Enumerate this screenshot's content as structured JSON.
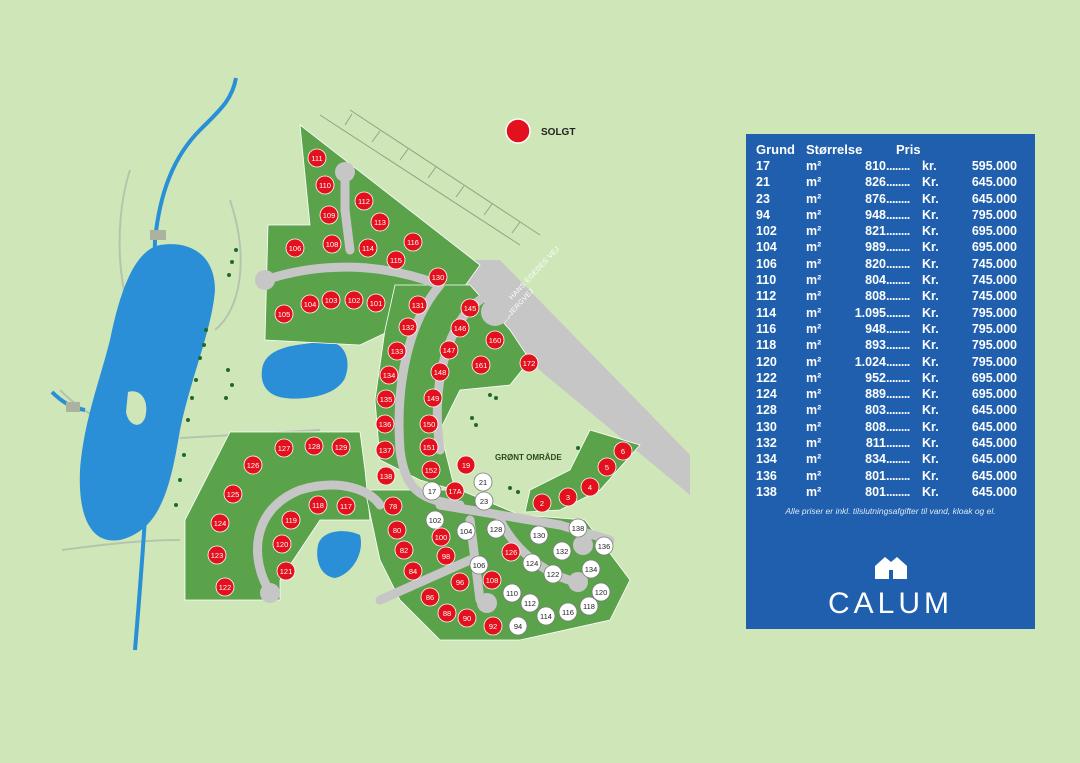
{
  "legend": {
    "label": "SOLGT",
    "color": "#e3101d"
  },
  "roads": {
    "road_1": "HANS EGEDES VEJ",
    "road_2": "TVEBJERGVEJ"
  },
  "green_area": "GRØNT OMRÅDE",
  "plots": {
    "p111": "111",
    "p110": "110",
    "p109": "109",
    "p112": "112",
    "p113": "113",
    "p106": "106",
    "p108": "108",
    "p114": "114",
    "p116": "116",
    "p115": "115",
    "p130": "130",
    "p105": "105",
    "p104": "104",
    "p103": "103",
    "p102": "102",
    "p101": "101",
    "p131": "131",
    "p132": "132",
    "p133": "133",
    "p134": "134",
    "p135": "135",
    "p136": "136",
    "p137": "137",
    "p138": "138",
    "p145": "145",
    "p146": "146",
    "p147": "147",
    "p148": "148",
    "p149": "149",
    "p150": "150",
    "p151": "151",
    "p152": "152",
    "p160": "160",
    "p161": "161",
    "p172": "172",
    "p19": "19",
    "p21": "21",
    "p17": "17",
    "p17A": "17A",
    "p23": "23",
    "p6": "6",
    "p5": "5",
    "p4": "4",
    "p3": "3",
    "p2": "2",
    "p126": "126",
    "p127": "127",
    "p128": "128",
    "p129": "129",
    "p125": "125",
    "p124": "124",
    "p123": "123",
    "p122": "122",
    "p119": "119",
    "p118": "118",
    "p117": "117",
    "p120": "120",
    "p121": "121",
    "p78": "78",
    "p80": "80",
    "p82": "82",
    "p84": "84",
    "p86": "86",
    "p88": "88",
    "p90": "90",
    "p92": "92",
    "p94": "94",
    "p102b": "102",
    "p100": "100",
    "p98": "98",
    "p96": "96",
    "p104b": "104",
    "p106b": "106",
    "p108b": "108",
    "p110b": "110",
    "p112b": "112",
    "p114b": "114",
    "p116b": "116",
    "p118b": "118",
    "p128b": "128",
    "p130b": "130",
    "p126b": "126",
    "p124b": "124",
    "p122b": "122",
    "p132b": "132",
    "p134b": "134",
    "p136b": "136",
    "p138b": "138",
    "p120b": "120"
  },
  "price_table": {
    "headers": {
      "grund": "Grund",
      "size": "Størrelse",
      "price": "Pris"
    },
    "rows": [
      {
        "grund": "17",
        "unit": "m²",
        "size": "810",
        "dots": "........",
        "cur": "kr.",
        "price": "595.000"
      },
      {
        "grund": "21",
        "unit": "m²",
        "size": "826",
        "dots": "........",
        "cur": "Kr.",
        "price": "645.000"
      },
      {
        "grund": "23",
        "unit": "m²",
        "size": "876",
        "dots": "........",
        "cur": "Kr.",
        "price": "645.000"
      },
      {
        "grund": "94",
        "unit": "m²",
        "size": "948",
        "dots": "........",
        "cur": "Kr.",
        "price": "795.000"
      },
      {
        "grund": "102",
        "unit": "m²",
        "size": "821",
        "dots": "........",
        "cur": "Kr.",
        "price": "695.000"
      },
      {
        "grund": "104",
        "unit": "m²",
        "size": "989",
        "dots": "........",
        "cur": "Kr.",
        "price": "695.000"
      },
      {
        "grund": "106",
        "unit": "m²",
        "size": "820",
        "dots": "........",
        "cur": "Kr.",
        "price": "745.000"
      },
      {
        "grund": "110",
        "unit": "m²",
        "size": "804",
        "dots": "........",
        "cur": "Kr.",
        "price": "745.000"
      },
      {
        "grund": "112",
        "unit": "m²",
        "size": "808",
        "dots": "........",
        "cur": "Kr.",
        "price": "745.000"
      },
      {
        "grund": "114",
        "unit": "m²",
        "size": "1.095",
        "dots": "........",
        "cur": "Kr.",
        "price": "795.000"
      },
      {
        "grund": "116",
        "unit": "m²",
        "size": "948",
        "dots": "........",
        "cur": "Kr.",
        "price": "795.000"
      },
      {
        "grund": "118",
        "unit": "m²",
        "size": "893",
        "dots": "........",
        "cur": "Kr.",
        "price": "795.000"
      },
      {
        "grund": "120",
        "unit": "m²",
        "size": "1.024",
        "dots": "........",
        "cur": "Kr.",
        "price": "795.000"
      },
      {
        "grund": "122",
        "unit": "m²",
        "size": "952",
        "dots": "........",
        "cur": "Kr.",
        "price": "695.000"
      },
      {
        "grund": "124",
        "unit": "m²",
        "size": "889",
        "dots": "........",
        "cur": "Kr.",
        "price": "695.000"
      },
      {
        "grund": "128",
        "unit": "m²",
        "size": "803",
        "dots": "........",
        "cur": "Kr.",
        "price": "645.000"
      },
      {
        "grund": "130",
        "unit": "m²",
        "size": "808",
        "dots": "........",
        "cur": "Kr.",
        "price": "645.000"
      },
      {
        "grund": "132",
        "unit": "m²",
        "size": "811",
        "dots": "........",
        "cur": "Kr.",
        "price": "645.000"
      },
      {
        "grund": "134",
        "unit": "m²",
        "size": "834",
        "dots": "........",
        "cur": "Kr.",
        "price": "645.000"
      },
      {
        "grund": "136",
        "unit": "m²",
        "size": "801",
        "dots": "........",
        "cur": "Kr.",
        "price": "645.000"
      },
      {
        "grund": "138",
        "unit": "m²",
        "size": "801",
        "dots": "........",
        "cur": "Kr.",
        "price": "645.000"
      }
    ],
    "note": "Alle priser er inkl. tilslutningsafgifter til vand, kloak og el."
  },
  "brand": {
    "name": "CALUM"
  },
  "colors": {
    "sold": "#e3101d",
    "available": "#ffffff",
    "plot_green": "#5aa34b",
    "road": "#c6c6c6",
    "water": "#2a8fd6",
    "panel": "#1f5fae",
    "background": "#cfe6b9"
  }
}
